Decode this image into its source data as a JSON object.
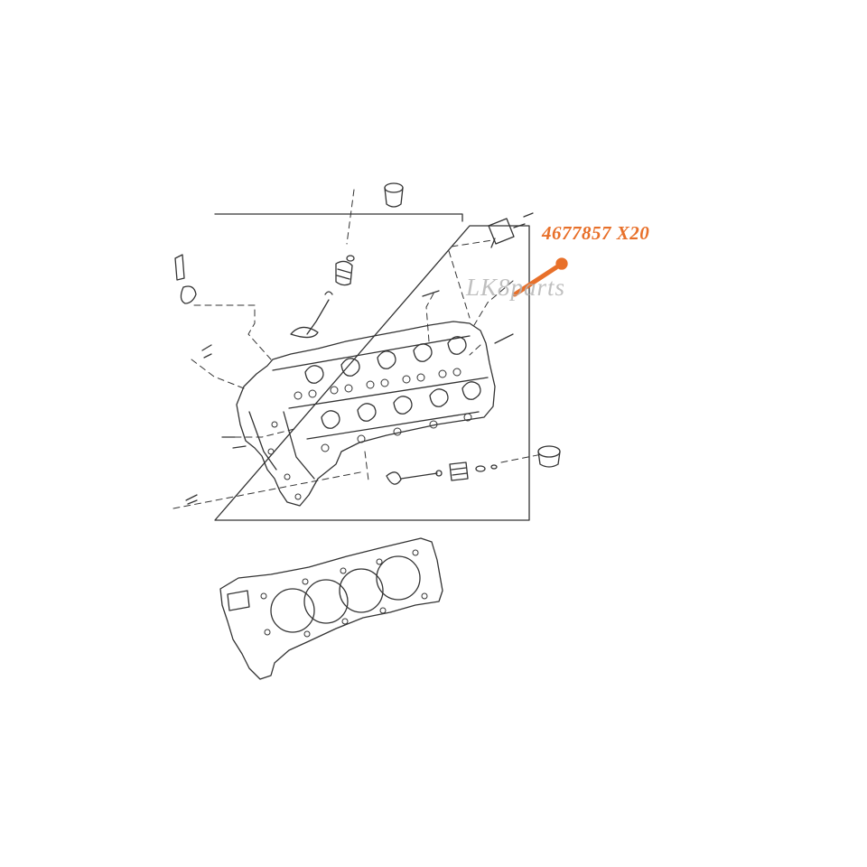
{
  "callout": {
    "part_number": "4677857",
    "quantity": "X20",
    "color": "#e8702a"
  },
  "watermark": {
    "text": "LK8parts",
    "color": "#b5b5b5"
  },
  "diagram": {
    "line_color": "#333333",
    "highlight_color": "#e8702a",
    "components": [
      "cylinder-head",
      "head-gasket",
      "valves",
      "valve-springs",
      "tappets",
      "camshaft-sensor",
      "head-bolt"
    ]
  }
}
